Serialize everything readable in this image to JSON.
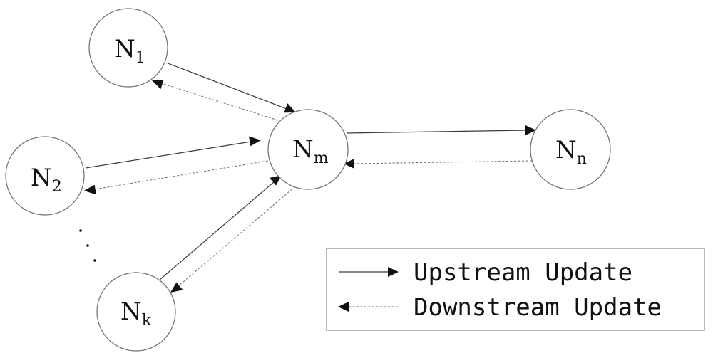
{
  "nodes": {
    "n1": {
      "main": "N",
      "sub": "1"
    },
    "n2": {
      "main": "N",
      "sub": "2"
    },
    "nk": {
      "main": "N",
      "sub": "k"
    },
    "nm": {
      "main": "N",
      "sub": "m"
    },
    "nn": {
      "main": "N",
      "sub": "n"
    }
  },
  "legend": {
    "upstream_label": "Upstream Update",
    "downstream_label": "Downstream Update"
  },
  "colors": {
    "upstream_line": "#3a3a3a",
    "downstream_line": "#6a6a6a",
    "node_stroke": "#6e6e6e"
  }
}
